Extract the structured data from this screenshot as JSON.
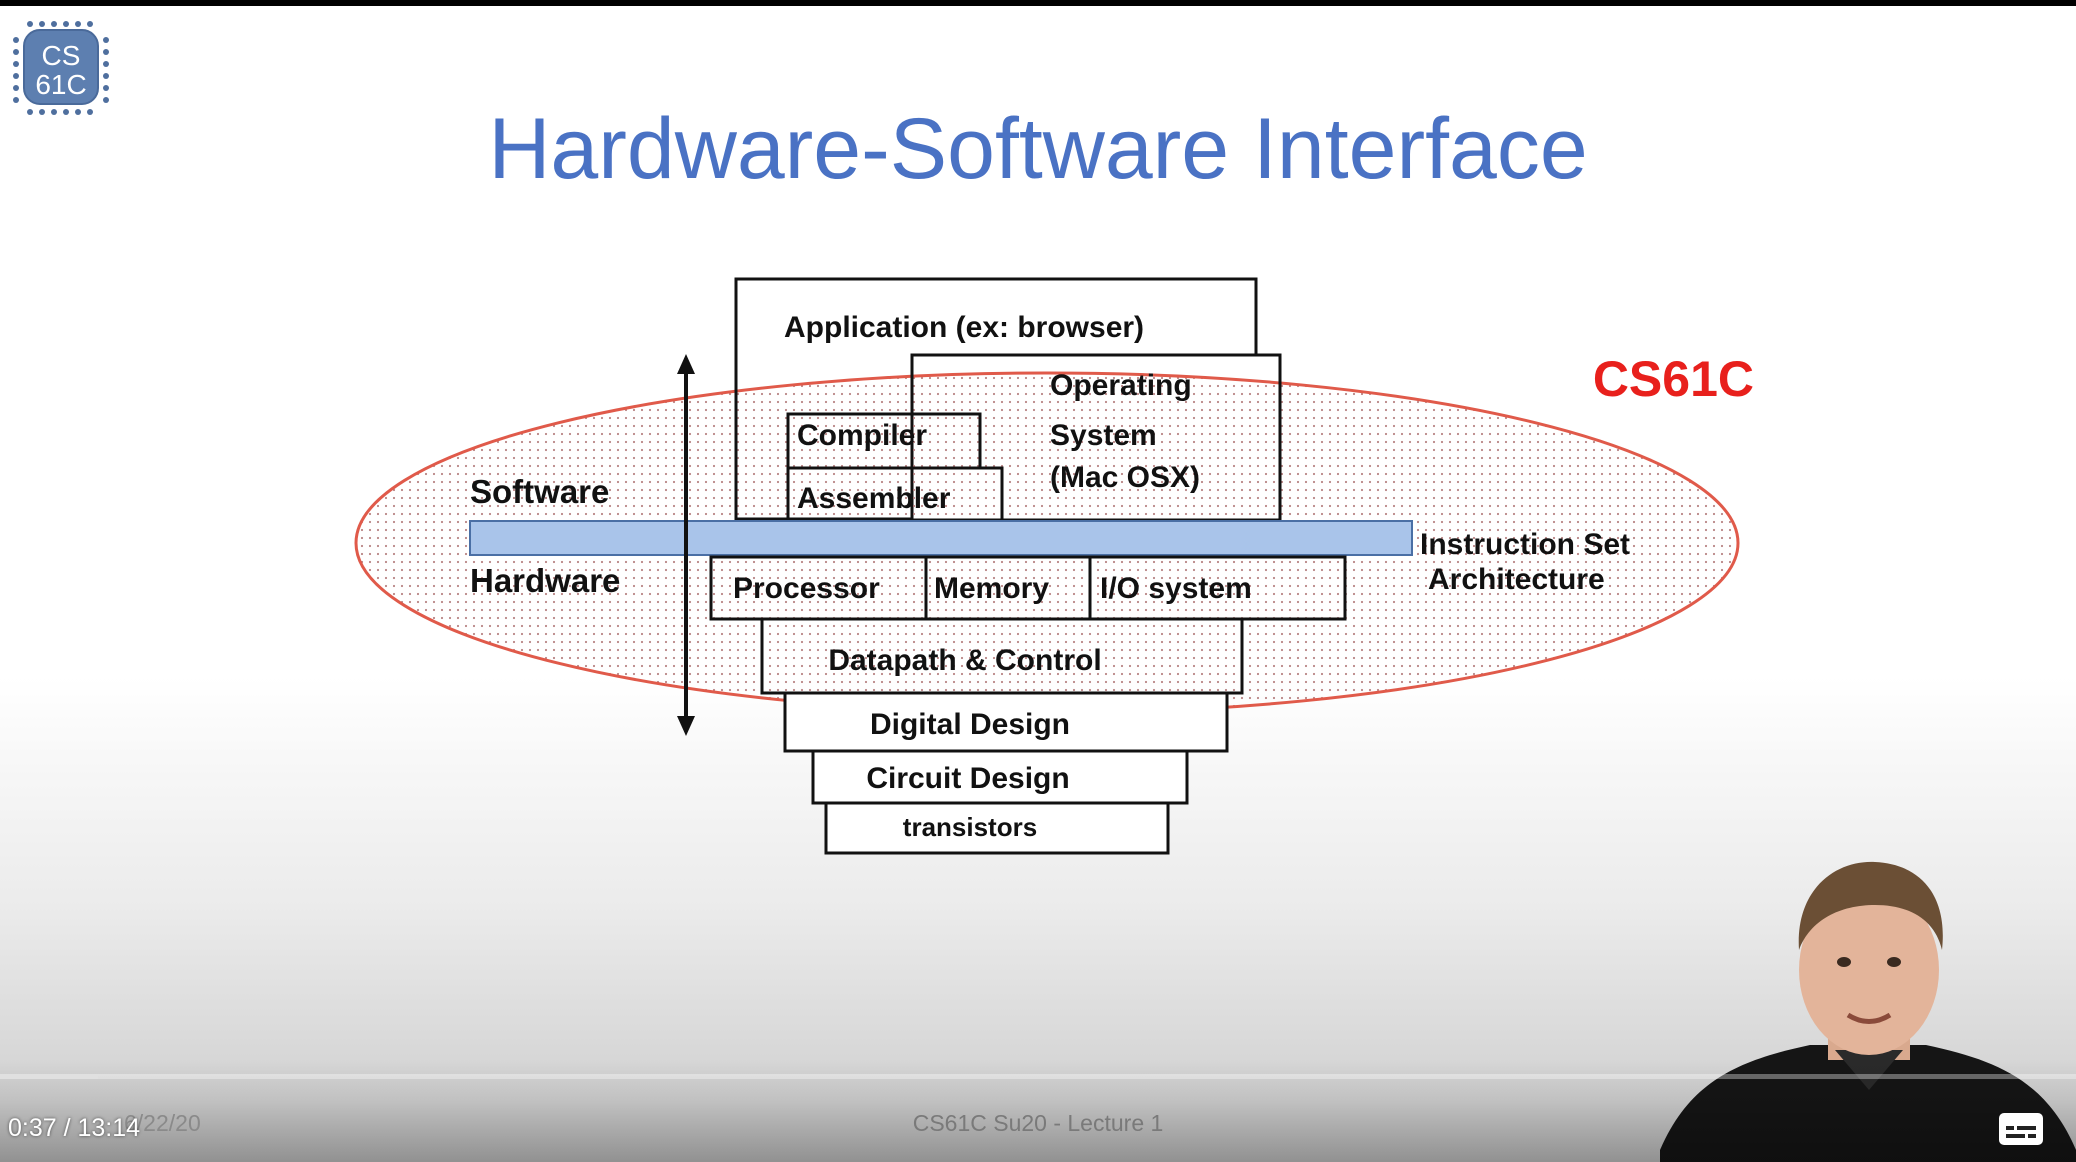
{
  "logo": {
    "line1": "CS",
    "line2": "61C",
    "icon": "chip-logo-icon"
  },
  "slide": {
    "title": "Hardware-Software Interface",
    "diagram": {
      "course_label": "CS61C",
      "software_label": "Software",
      "hardware_label": "Hardware",
      "isa_line1": "Instruction Set",
      "isa_line2": "Architecture",
      "application": "Application (ex: browser)",
      "os_line1": "Operating",
      "os_line2": "System",
      "os_line3": "(Mac OSX)",
      "compiler": "Compiler",
      "assembler": "Assembler",
      "processor": "Processor",
      "memory": "Memory",
      "io_system": "I/O system",
      "datapath": "Datapath & Control",
      "digital_design": "Digital Design",
      "circuit_design": "Circuit Design",
      "transistors": "transistors",
      "colors": {
        "isa_bar": "#a9c4ea",
        "ellipse": "#e05a4a",
        "course_label": "#e8201c"
      }
    },
    "footer": {
      "date": "6/22/20",
      "center": "CS61C Su20 - Lecture 1"
    }
  },
  "player": {
    "time_display": "0:37 / 13:14",
    "progress_fraction": 0.047,
    "captions_icon": "closed-captions-icon"
  },
  "colors": {
    "title": "#4a72c4"
  }
}
